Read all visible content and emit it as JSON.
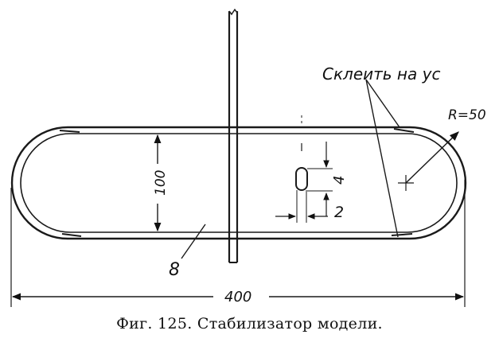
{
  "labels": {
    "glue_note": "Склеить на ус",
    "radius": "R=50",
    "height": "100",
    "hole_height": "4",
    "hole_width": "2",
    "part_number": "8",
    "length": "400"
  },
  "caption": "Фиг. 125. Стабилизатор модели."
}
